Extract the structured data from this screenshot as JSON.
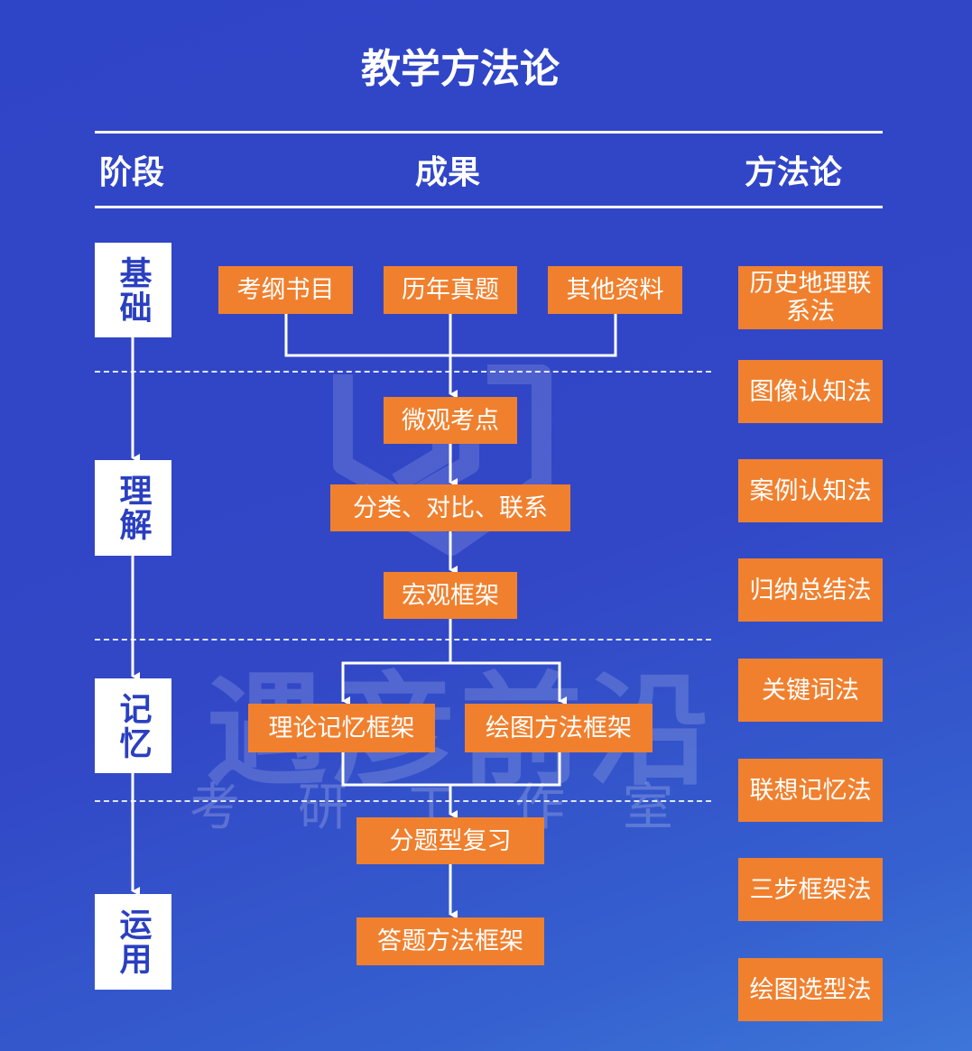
{
  "title": "教学方法论",
  "headers": {
    "stage": "阶段",
    "result": "成果",
    "method": "方法论"
  },
  "stages": [
    "基础",
    "理解",
    "记忆",
    "运用"
  ],
  "results": {
    "source1": "考纲书目",
    "source2": "历年真题",
    "source3": "其他资料",
    "micro": "微观考点",
    "classify": "分类、对比、联系",
    "macro": "宏观框架",
    "theory_memory": "理论记忆框架",
    "drawing_method": "绘图方法框架",
    "review": "分题型复习",
    "answer": "答题方法框架"
  },
  "methods": [
    "历史地理联系法",
    "图像认知法",
    "案例认知法",
    "归纳总结法",
    "关键词法",
    "联想记忆法",
    "三步框架法",
    "绘图选型法"
  ],
  "watermark": {
    "main": "遇彦前沿",
    "sub": "考研工作室"
  },
  "colors": {
    "background": "#3247c6",
    "box": "#f0802e",
    "stage_text": "#2a3fc0"
  }
}
